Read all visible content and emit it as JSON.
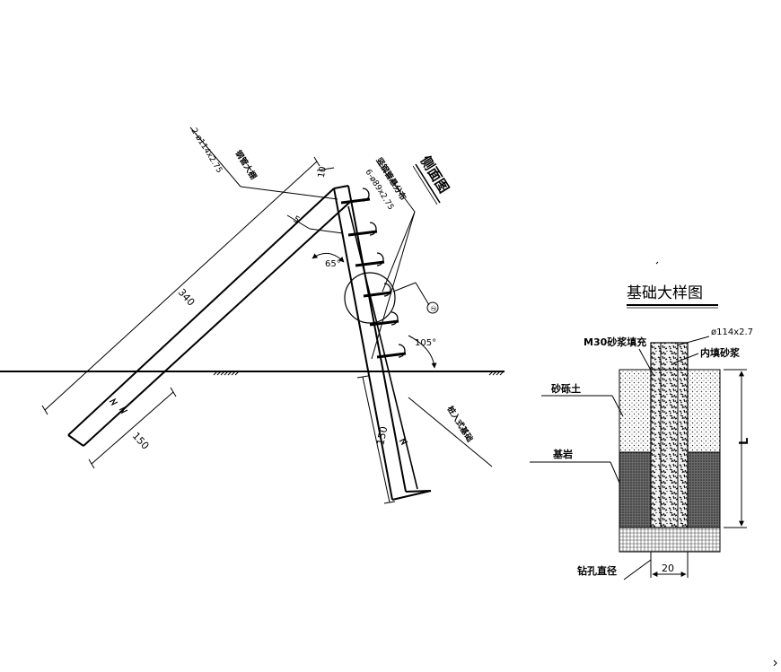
{
  "side_view": {
    "title": "侧面图",
    "labels": {
      "diag_pipe_spec": "2-ø114x2.75",
      "diag_pipe_name": "钢管大棚",
      "vert_pipe_name": "竖钢管悬分布",
      "vert_pipe_spec": "6-ø89x2.75",
      "detail_marker": "①",
      "foundation": "桩入式基础"
    },
    "dims": {
      "top_offset": "10",
      "short_offset": "5",
      "length_340": "340",
      "length_150_left": "150",
      "length_150_right": "150",
      "angle_65": "65°",
      "angle_105": "105°"
    }
  },
  "detail_view": {
    "title": "基础大样图",
    "labels": {
      "mortar_fill": "M30砂浆填充",
      "pipe_spec": "ø114x2.7",
      "inner_mortar": "内填砂浆",
      "gravel_soil": "砂砾土",
      "bedrock": "基岩",
      "drill_diameter": "钻孔直径"
    },
    "dims": {
      "depth": "L",
      "width": "20"
    }
  }
}
